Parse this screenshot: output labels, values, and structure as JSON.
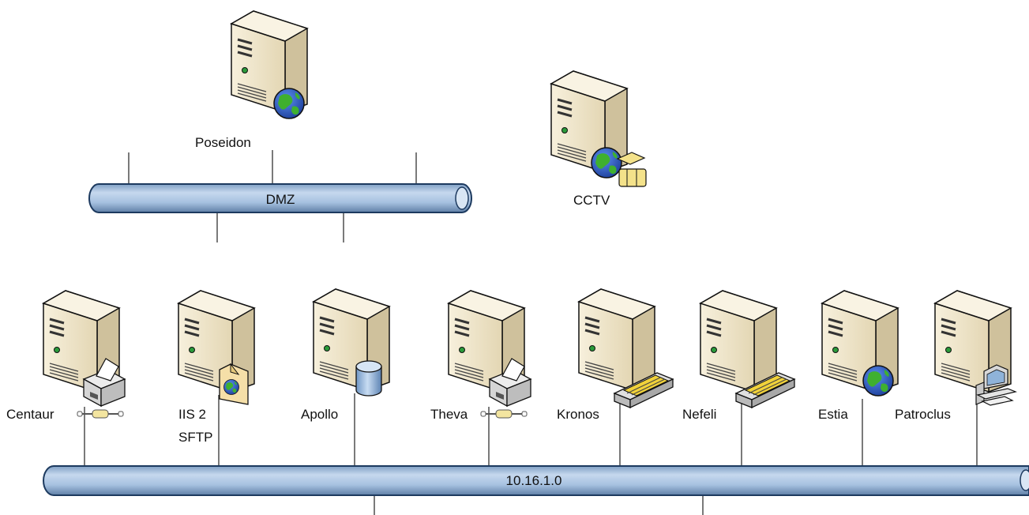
{
  "buses": {
    "dmz": {
      "label": "DMZ"
    },
    "lan": {
      "label": "10.16.1.0"
    }
  },
  "nodes": [
    {
      "id": "poseidon",
      "label": "Poseidon",
      "badge": "globe-icon"
    },
    {
      "id": "cctv",
      "label": "CCTV",
      "badge": "globe-camera-icon"
    },
    {
      "id": "centaur",
      "label": "Centaur",
      "badge": "printer-icon"
    },
    {
      "id": "iis2",
      "label": "IIS 2",
      "label2": "SFTP",
      "badge": "web-document-icon"
    },
    {
      "id": "apollo",
      "label": "Apollo",
      "badge": "database-icon"
    },
    {
      "id": "theva",
      "label": "Theva",
      "badge": "printer-icon"
    },
    {
      "id": "kronos",
      "label": "Kronos",
      "badge": "storage-drive-icon"
    },
    {
      "id": "nefeli",
      "label": "Nefeli",
      "badge": "storage-drive-icon"
    },
    {
      "id": "estia",
      "label": "Estia",
      "badge": "globe-icon"
    },
    {
      "id": "patroclus",
      "label": "Patroclus",
      "badge": "workstation-icon"
    }
  ],
  "colors": {
    "server_front": "#efe6cc",
    "server_side": "#cbbd98",
    "server_top": "#f8f2e0",
    "bus_fill": "#a9c4e2",
    "bus_stroke": "#1d3a5f",
    "globe_ocean": "#2b5fbf",
    "globe_land": "#3fae2f"
  }
}
